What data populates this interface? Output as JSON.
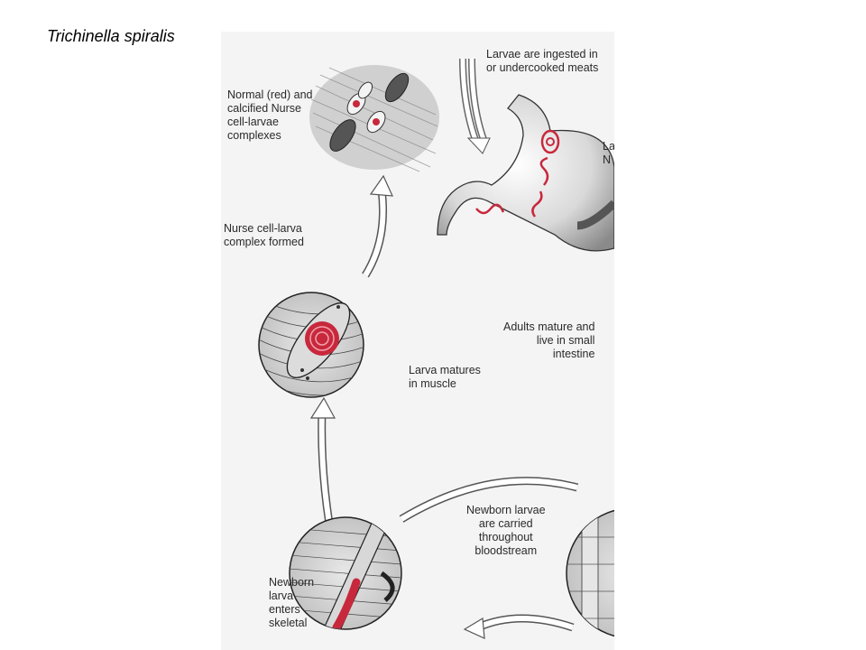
{
  "slide_title": "Trichinella spiralis",
  "diagram": {
    "labels": {
      "nurse_complexes": [
        "Normal (red) and",
        "calcified Nurse",
        "cell-larvae",
        "complexes"
      ],
      "ingested": [
        "Larvae are ingested in",
        "or undercooked meats"
      ],
      "stomach_cut": [
        "La",
        "N"
      ],
      "complex_formed": [
        "Nurse cell-larva",
        "complex formed"
      ],
      "adults": [
        "Adults mature and",
        "live in small",
        "intestine"
      ],
      "larva_matures": [
        "Larva matures",
        "in muscle"
      ],
      "newborn_carried": [
        "Newborn larvae",
        "are carried",
        "throughout",
        "bloodstream"
      ],
      "newborn_enters": [
        "Newborn",
        "larva",
        "enters",
        "skeletal"
      ]
    },
    "colors": {
      "larva_red": "#c8283c",
      "outline": "#333333",
      "arrow_fill": "#ffffff",
      "tissue_gray": "#b8b8b8"
    }
  }
}
